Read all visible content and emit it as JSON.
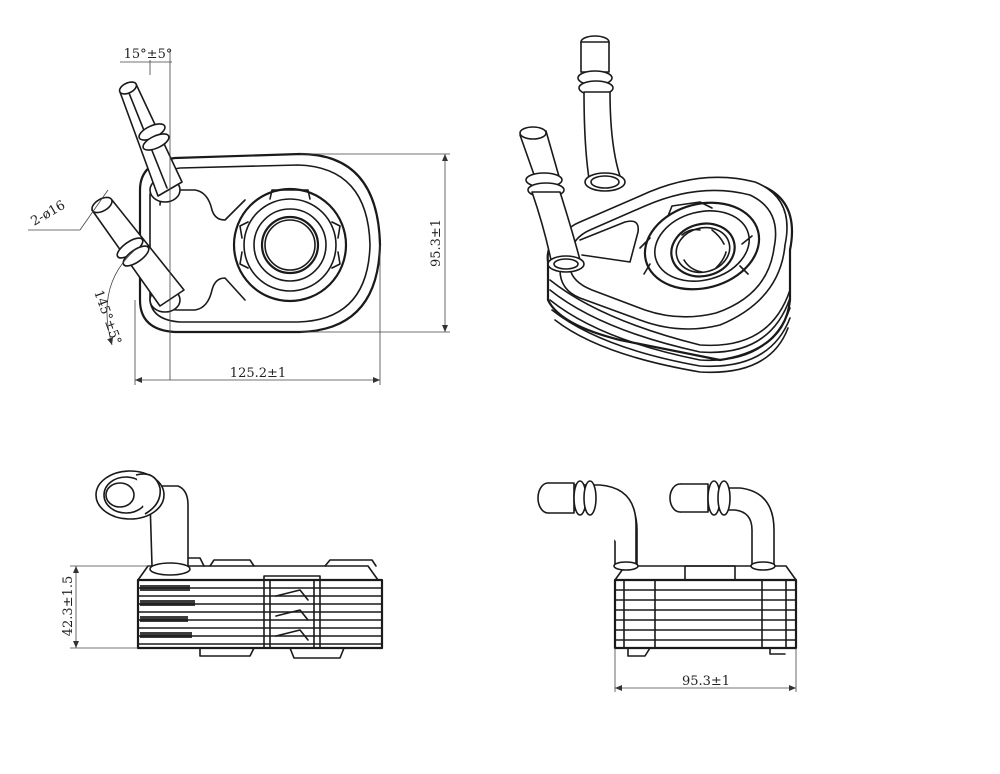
{
  "drawing": {
    "views": [
      "top-view",
      "isometric-view",
      "side-view",
      "front-view"
    ],
    "dimensions": {
      "width_top": "125.2±1",
      "height_top": "95.3±1",
      "angle_upper": "15°±5°",
      "pipe_diameter": "2-ø16",
      "angle_lower": "145°±5°",
      "height_side": "42.3±1.5",
      "width_front": "95.3±1"
    },
    "colors": {
      "line": "#1a1a1a",
      "background": "#ffffff"
    }
  }
}
